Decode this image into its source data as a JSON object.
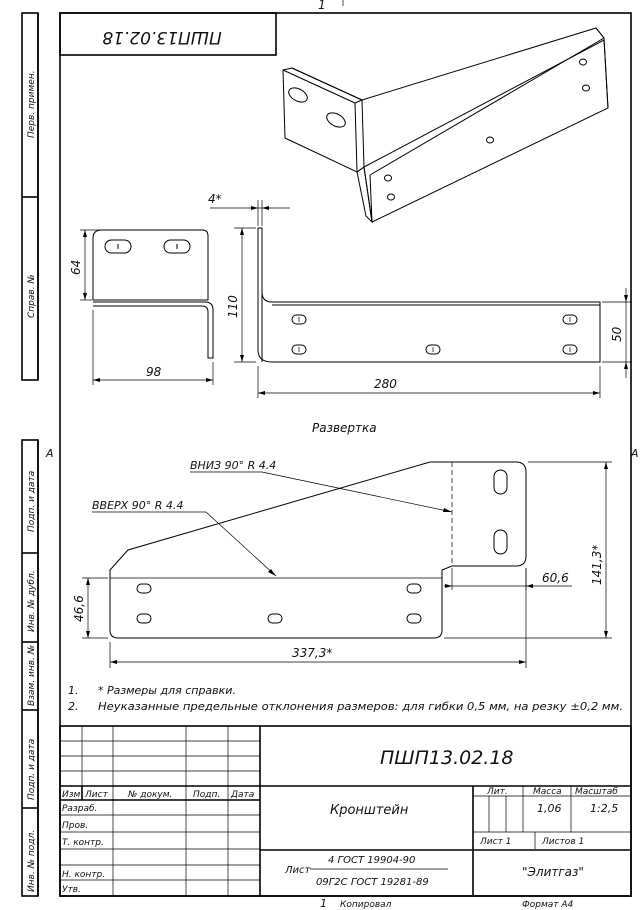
{
  "top_number": "1",
  "code_box_mirrored": "ПШП13.02.18",
  "side_strips": {
    "top": [
      "Перв. примен.",
      "Справ. №"
    ],
    "bottom": [
      "Подп. и дата",
      "Инв. № дубл.",
      "Взам. инв. №",
      "Подп. и дата",
      "Инв. № подл."
    ]
  },
  "dimensions": {
    "d4": "4*",
    "d64": "64",
    "d98": "98",
    "d110": "110",
    "d280": "280",
    "d50": "50",
    "razvertka": "Развертка",
    "vniz": "ВНИЗ  90°  R 4.4",
    "vverh": "ВВЕРХ  90°  R 4.4",
    "d60_6": "60,6",
    "d141_3": "141,3*",
    "d46_6": "46,6",
    "d337_3": "337,3*",
    "edge_marker": "A"
  },
  "notes": [
    {
      "num": "1.",
      "text": "* Размеры для справки."
    },
    {
      "num": "2.",
      "text": "Неуказанные предельные отклонения размеров: для гибки 0,5 мм, на резку ±0,2 мм."
    }
  ],
  "title_block": {
    "designation": "ПШП13.02.18",
    "name": "Кронштейн",
    "headers": {
      "izm": "Изм",
      "list": "Лист",
      "ndoc": "№ докум.",
      "podp": "Подп.",
      "data": "Дата"
    },
    "roles": [
      "Разраб.",
      "Пров.",
      "Т. контр.",
      "",
      "Н. контр.",
      "Утв."
    ],
    "lit_label": "Лит.",
    "massa_label": "Масса",
    "masshtab_label": "Масштаб",
    "massa": "1,06",
    "masshtab": "1:2,5",
    "list_label": "Лист 1",
    "listov_label": "Листов 1",
    "material_prefix": "Лист",
    "material_top": "4 ГОСТ 19904-90",
    "material_bottom": "09Г2С ГОСТ 19281-89",
    "company": "\"Элитгаз\""
  },
  "footer": {
    "page_number": "1",
    "kopiroval": "Копировал",
    "format": "Формат А4"
  }
}
